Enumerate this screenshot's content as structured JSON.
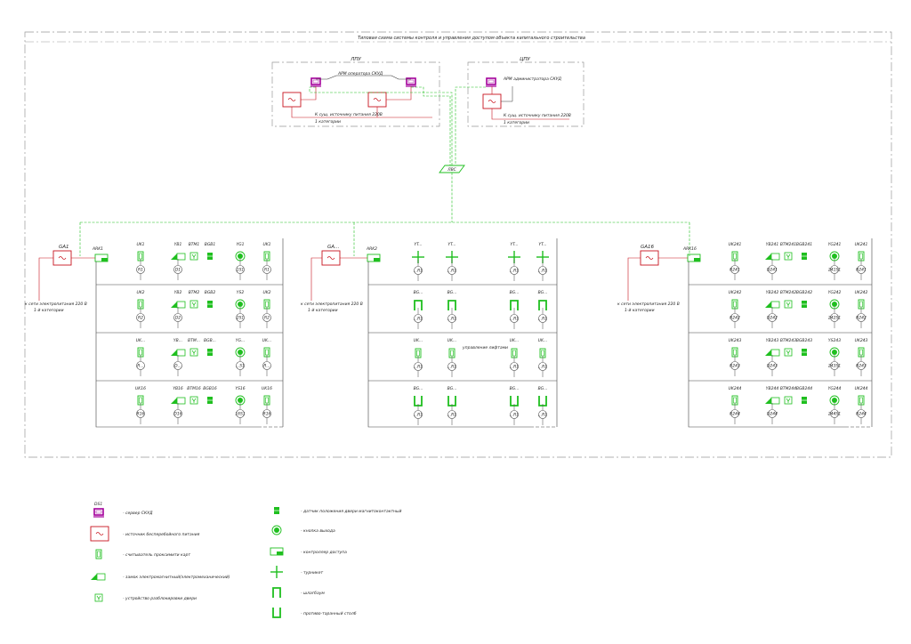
{
  "title": "Типовая схема системы контроля и управления доступом объекта капитального строительства",
  "rooms": {
    "left": "ЛПУ",
    "right": "ЦПУ"
  },
  "arm": {
    "operator": "АРМ оператора СКУД",
    "admin": "АРМ администратора СКУД"
  },
  "power": {
    "to_source_left": "К сущ. источнику питания 220В",
    "category_left": "1 категории",
    "to_source_right": "К сущ. источнику питания 220В",
    "category_right": "1 категории",
    "to_grid_a": "к сети электропитания 220 В",
    "cat_a": "1-й категории",
    "to_grid_b": "к сети электропитания 220 В",
    "cat_b": "1-й категории",
    "to_grid_c": "к сети электропитания 220 В",
    "cat_c": "1-й категории"
  },
  "lvs": "ЛВС",
  "panels": {
    "a": {
      "ga": "GA1",
      "ark": "ARK1",
      "rows": [
        {
          "uk": "UK1",
          "yb": "YB1",
          "btm": "BTM1",
          "bgb": "BGB1",
          "yg": "YG1",
          "uk2": "UK1",
          "r": "R1",
          "d": "D1",
          "s": "1S1",
          "r2": "R1"
        },
        {
          "uk": "UK2",
          "yb": "YB2",
          "btm": "BTM2",
          "bgb": "BGB2",
          "yg": "YS2",
          "uk2": "UK2",
          "r": "R2",
          "d": "D2",
          "s": "2S1",
          "r2": "R2"
        },
        {
          "uk": "UK...",
          "yb": "YB...",
          "btm": "BTM...",
          "bgb": "BGB...",
          "yg": "YG...",
          "uk2": "UK...",
          "r": "R...",
          "d": "D...",
          "s": "...S1",
          "r2": "R..."
        },
        {
          "uk": "UK16",
          "yb": "YB16",
          "btm": "BTM16",
          "bgb": "BGB16",
          "yg": "YS16",
          "uk2": "UK16",
          "r": "R16",
          "d": "D16",
          "s": "16S1",
          "r2": "R16"
        }
      ]
    },
    "b": {
      "ga": "GA...",
      "ark": "ARK2",
      "cols": [
        "YT...",
        "YT...",
        "YT...",
        "YT..."
      ],
      "bg": [
        "BG...",
        "BG...",
        "BG...",
        "BG..."
      ],
      "uk": [
        "UK...",
        "UK...",
        "UK...",
        "UK..."
      ],
      "bg2": [
        "BG...",
        "BG...",
        "BG...",
        "BG..."
      ],
      "r": "...R1",
      "note": "управление лифтами"
    },
    "c": {
      "ga": "GA16",
      "ark": "ARK16",
      "rows": [
        {
          "uk": "UK241",
          "yb": "YB241",
          "btm": "BTM241",
          "bgb": "BGB241",
          "yg": "YG241",
          "uk2": "UK241",
          "r": "R241",
          "d": "D241",
          "s": "241S1",
          "r2": "R241"
        },
        {
          "uk": "UK242",
          "yb": "YB242",
          "btm": "BTM242",
          "bgb": "BGB242",
          "yg": "YG242",
          "uk2": "UK242",
          "r": "R242",
          "d": "D242",
          "s": "242S1",
          "r2": "R242"
        },
        {
          "uk": "UK243",
          "yb": "YB243",
          "btm": "BTM243",
          "bgb": "BGB243",
          "yg": "YS243",
          "uk2": "UK243",
          "r": "R243",
          "d": "D243",
          "s": "243S1",
          "r2": "R243"
        },
        {
          "uk": "UK244",
          "yb": "YB244",
          "btm": "BTM244",
          "bgb": "BGB244",
          "yg": "YG244",
          "uk2": "UK244",
          "r": "R244",
          "d": "D244",
          "s": "244S1",
          "r2": "R244"
        }
      ]
    }
  },
  "legend": {
    "server_tag": "DS1",
    "items_left": [
      "- сервер СКУД",
      "- источник бесперебойного питания",
      "- считыватель проксимити карт",
      "- замок электромагнитный(электромеханический)",
      "- устройство разблокировки двери"
    ],
    "items_right": [
      "- датчик положения двери магнитоконтактный",
      "- кнопка выхода",
      "- контроллер доступа",
      "- турникет",
      "- шлагбаум",
      "- противо-таранный столб"
    ]
  },
  "colors": {
    "green": "#1fbf1f",
    "red": "#c8141e",
    "magenta": "#a3009b",
    "line": "#333333"
  }
}
